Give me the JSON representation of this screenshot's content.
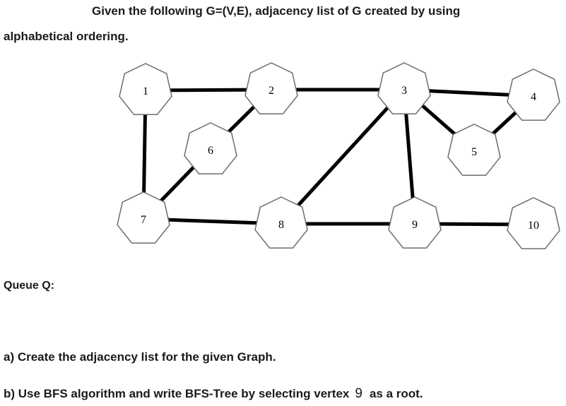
{
  "question": {
    "line1": "Given the following G=(V,E), adjacency list of G created by using",
    "line2": "alphabetical ordering.",
    "queue_label": "Queue Q:",
    "part_a": "a) Create the adjacency list for the given Graph.",
    "part_b_before": "b) Use BFS algorithm and write BFS-Tree by selecting vertex",
    "part_b_root": "9",
    "part_b_after": "as a root."
  },
  "graph": {
    "nodes": [
      "1",
      "2",
      "3",
      "4",
      "5",
      "6",
      "7",
      "8",
      "9",
      "10"
    ],
    "edges": [
      [
        "1",
        "2"
      ],
      [
        "2",
        "3"
      ],
      [
        "3",
        "4"
      ],
      [
        "1",
        "7"
      ],
      [
        "2",
        "6"
      ],
      [
        "6",
        "7"
      ],
      [
        "3",
        "8"
      ],
      [
        "3",
        "9"
      ],
      [
        "3",
        "5"
      ],
      [
        "5",
        "4"
      ],
      [
        "7",
        "8"
      ],
      [
        "8",
        "9"
      ],
      [
        "9",
        "10"
      ]
    ],
    "edge_color": "#000000",
    "node_stroke": "#6e6e6e"
  }
}
